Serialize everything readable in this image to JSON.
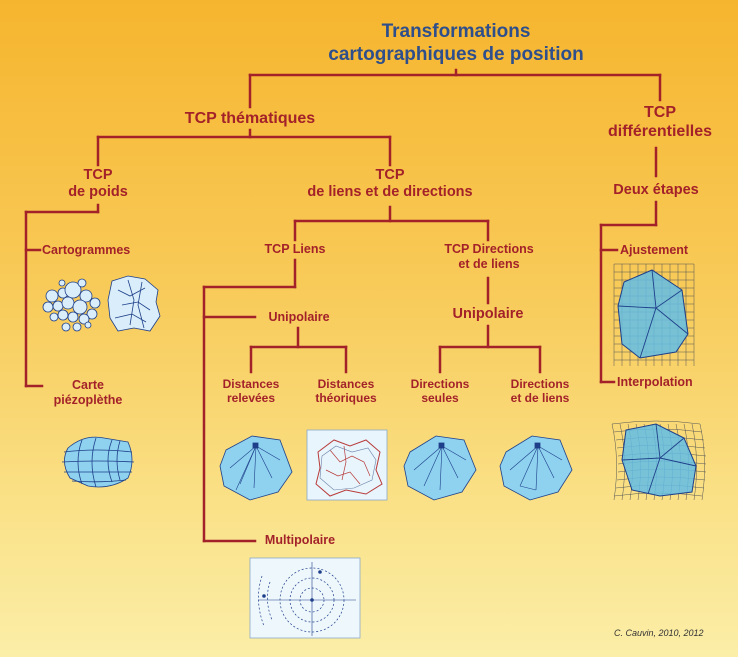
{
  "title": {
    "line1": "Transformations",
    "line2": "cartographiques de position"
  },
  "branches": {
    "thematic": "TCP thématiques",
    "differential_line1": "TCP",
    "differential_line2": "différentielles"
  },
  "thematic": {
    "weight_line1": "TCP",
    "weight_line2": "de poids",
    "links_directions_line1": "TCP",
    "links_directions_line2": "de liens et de directions"
  },
  "weight": {
    "cartograms": "Cartogrammes",
    "piezo_line1": "Carte",
    "piezo_line2": "piézoplèthe"
  },
  "links": {
    "title": "TCP Liens",
    "unipolar": "Unipolaire",
    "measured_line1": "Distances",
    "measured_line2": "relevées",
    "theoretical_line1": "Distances",
    "theoretical_line2": "théoriques",
    "multipolar": "Multipolaire"
  },
  "directions": {
    "title_line1": "TCP Directions",
    "title_line2": "et de liens",
    "unipolar": "Unipolaire",
    "only_line1": "Directions",
    "only_line2": "seules",
    "links_line1": "Directions",
    "links_line2": "et de liens"
  },
  "differential": {
    "two_steps": "Deux étapes",
    "adjustment": "Ajustement",
    "interpolation": "Interpolation"
  },
  "credit": "C. Cauvin, 2010, 2012",
  "colors": {
    "line": "#a3222a",
    "title": "#2e4f8c",
    "map_fill": "#7ec8ea",
    "map_stroke": "#1e3f8a"
  }
}
